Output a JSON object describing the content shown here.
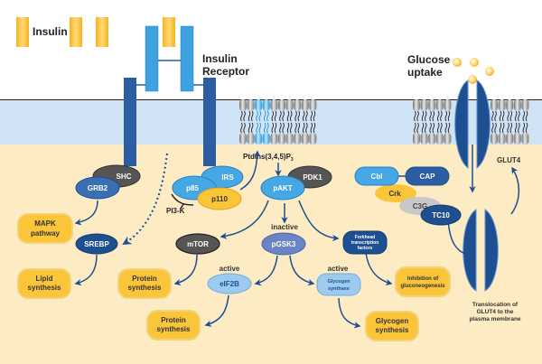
{
  "title_labels": {
    "insulin": "Insulin",
    "insulin_receptor_line1": "Insulin",
    "insulin_receptor_line2": "Receptor",
    "glucose_uptake_line1": "Glucose",
    "glucose_uptake_line2": "uptake",
    "glut4": "GLUT4",
    "ptdins_main": "PtdIns(3,4,5)P",
    "ptdins_sub": "3",
    "pi3k": "PI3-K",
    "translocation_line1": "Translocation of",
    "translocation_line2": "GLUT4 to the",
    "translocation_line3": "plasma membrane"
  },
  "state_labels": {
    "inactive": "inactive",
    "active_eif2b": "active",
    "active_gs": "active"
  },
  "proteins": {
    "shc": "SHC",
    "grb2": "GRB2",
    "irs": "IRS",
    "p85": "p85",
    "p110": "p110",
    "pdk1": "PDK1",
    "pakt": "pAKT",
    "cbl": "Cbl",
    "cap": "CAP",
    "crk": "Crk",
    "c3g": "C3G",
    "tc10": "TC10",
    "srebp": "SREBP",
    "mtor": "mTOR",
    "pgsk3": "pGSK3",
    "eif2b": "eIF2B",
    "glycogen_synthase_line1": "Glycogen",
    "glycogen_synthase_line2": "synthase",
    "forkhead_line1": "Forkhead",
    "forkhead_line2": "transcription",
    "forkhead_line3": "factors"
  },
  "outcomes": {
    "mapk_line1": "MAPK",
    "mapk_line2": "pathway",
    "lipid_line1": "Lipid",
    "lipid_line2": "synthesis",
    "protein1_line1": "Protein",
    "protein1_line2": "synthesis",
    "protein2_line1": "Protein",
    "protein2_line2": "synthesis",
    "glycogen_line1": "Glycogen",
    "glycogen_line2": "synthesis",
    "glucon_line1": "Inhibition of",
    "glucon_line2": "gluconeogenesis"
  },
  "colors": {
    "extracellular": "#ffffff",
    "membrane": "#cfe3f5",
    "cytoplasm": "#fdebc4",
    "insulin_yellow": "#fbc53a",
    "receptor_dark": "#2c5da3",
    "receptor_light": "#3ea2e0",
    "dark_blue": "#1d4f91",
    "mid_blue": "#3a6fb3",
    "light_blue": "#45a7e3",
    "pale_blue": "#9ccbef",
    "periwinkle": "#6b84c6",
    "dark_gray": "#555555",
    "light_gray": "#c8c8c8",
    "outcome_yellow": "#fbc53a",
    "arrow": "#1d4f91",
    "text_dark": "#222222"
  }
}
